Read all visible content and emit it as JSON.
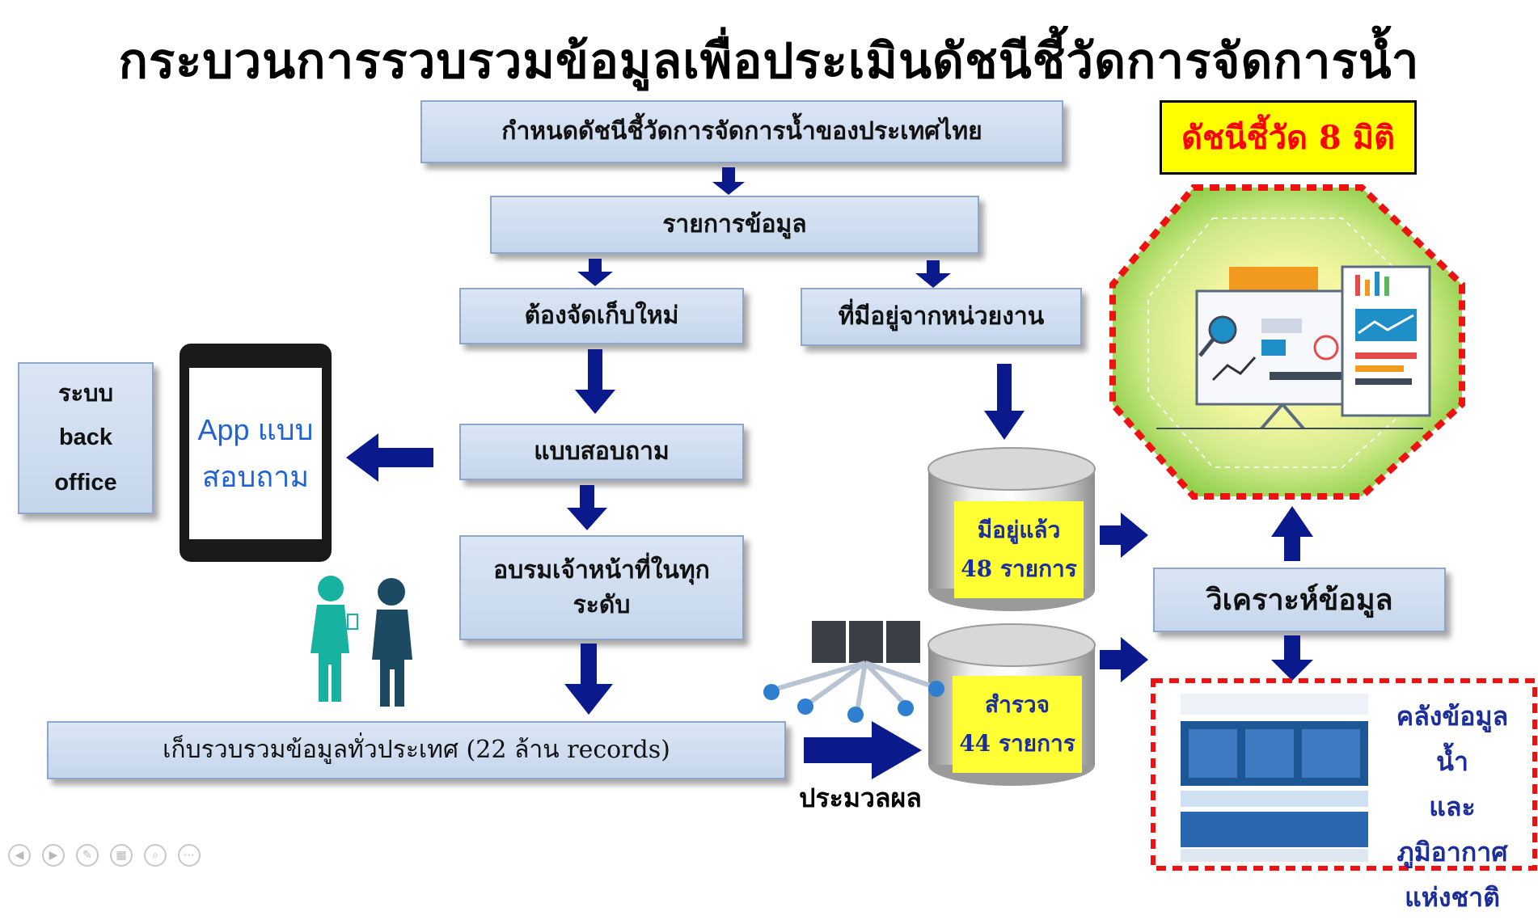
{
  "title": "กระบวนการรวบรวมข้อมูลเพื่อประเมินดัชนีชี้วัดการจัดการน้ำ",
  "boxes": {
    "define_index": "กำหนดดัชนีชี้วัดการจัดการน้ำของประเทศไทย",
    "data_list": "รายการข้อมูล",
    "new_collect": "ต้องจัดเก็บใหม่",
    "existing": "ที่มีอยู่จากหน่วยงาน",
    "questionnaire": "แบบสอบถาม",
    "training_line1": "อบรมเจ้าหน้าที่ในทุก",
    "training_line2": "ระดับ",
    "collect_nationwide": "เก็บรวบรวมข้อมูลทั่วประเทศ (22 ล้าน records)",
    "back_office_line1": "ระบบ",
    "back_office_line2": "back",
    "back_office_line3": "office",
    "analyze": "วิเคราะห์ข้อมูล"
  },
  "index_badge": "ดัชนีชี้วัด 8 มิติ",
  "app": {
    "line1": "App แบบ",
    "line2": "สอบถาม"
  },
  "cylinders": {
    "existing_line1": "มีอยู่แล้ว",
    "existing_line2": "48 รายการ",
    "survey_line1": "สำรวจ",
    "survey_line2": "44 รายการ"
  },
  "process_label": "ประมวลผล",
  "warehouse": {
    "line1": "คลังข้อมูลน้ำ",
    "line2": "และ",
    "line3": "ภูมิอากาศ",
    "line4": "แห่งชาติ"
  },
  "colors": {
    "arrow": "#0a1a8c",
    "badge_text": "#ff0000",
    "badge_bg": "#ffff00",
    "label_blue": "#1b2e9b",
    "dash_red": "#ee1111"
  }
}
